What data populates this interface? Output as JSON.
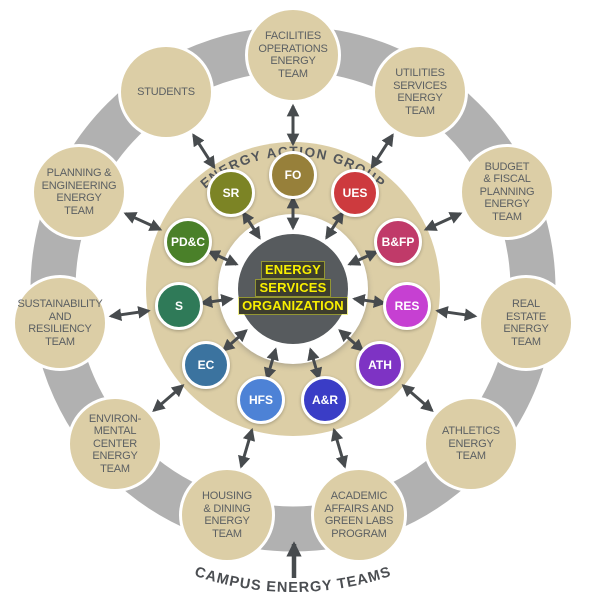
{
  "diagram": {
    "center": {
      "lines": [
        "ENERGY",
        "SERVICES",
        "ORGANIZATION"
      ]
    },
    "inner_ring": {
      "heading": "ENERGY ACTION GROUP",
      "members": [
        {
          "abbr": "FO",
          "color": "#97803a"
        },
        {
          "abbr": "UES",
          "color": "#cd3a3e"
        },
        {
          "abbr": "B&FP",
          "color": "#c03a69"
        },
        {
          "abbr": "RES",
          "color": "#c640d2"
        },
        {
          "abbr": "ATH",
          "color": "#7e33c4"
        },
        {
          "abbr": "A&R",
          "color": "#3a3dc6"
        },
        {
          "abbr": "HFS",
          "color": "#4d82d6"
        },
        {
          "abbr": "EC",
          "color": "#3b739f"
        },
        {
          "abbr": "S",
          "color": "#2f7a58"
        },
        {
          "abbr": "PD&C",
          "color": "#4a8029"
        },
        {
          "abbr": "SR",
          "color": "#7c8425"
        }
      ]
    },
    "outer_ring": {
      "heading": "CAMPUS ENERGY TEAMS",
      "teams": [
        {
          "label": "FACILITIES\nOPERATIONS\nENERGY\nTEAM"
        },
        {
          "label": "UTILITIES\nSERVICES\nENERGY\nTEAM"
        },
        {
          "label": "BUDGET\n& FISCAL\nPLANNING\nENERGY\nTEAM"
        },
        {
          "label": "REAL\nESTATE\nENERGY\nTEAM"
        },
        {
          "label": "ATHLETICS\nENERGY\nTEAM"
        },
        {
          "label": "ACADEMIC\nAFFAIRS AND\nGREEN LABS\nPROGRAM"
        },
        {
          "label": "HOUSING\n& DINING\nENERGY\nTEAM"
        },
        {
          "label": "ENVIRON-\nMENTAL\nCENTER\nENERGY\nTEAM"
        },
        {
          "label": "SUSTAINABILITY\nAND\nRESILIENCY\nTEAM"
        },
        {
          "label": "PLANNING &\nENGINEERING\nENERGY\nTEAM"
        },
        {
          "label": "STUDENTS"
        }
      ]
    },
    "colors": {
      "team_circle": "#dccea6",
      "ring_band": "#b1b1b1",
      "inner_disc": "#dccea6",
      "center_circle": "#575b5e",
      "center_halo": "#ffffff",
      "arrow": "#474b4e",
      "team_label_text": "#5c6063",
      "inner_heading_text": "#53565a",
      "outer_heading_text": "#4b4e52",
      "center_text": "#f8ef00",
      "center_text_box": "#3d3d2d"
    }
  }
}
